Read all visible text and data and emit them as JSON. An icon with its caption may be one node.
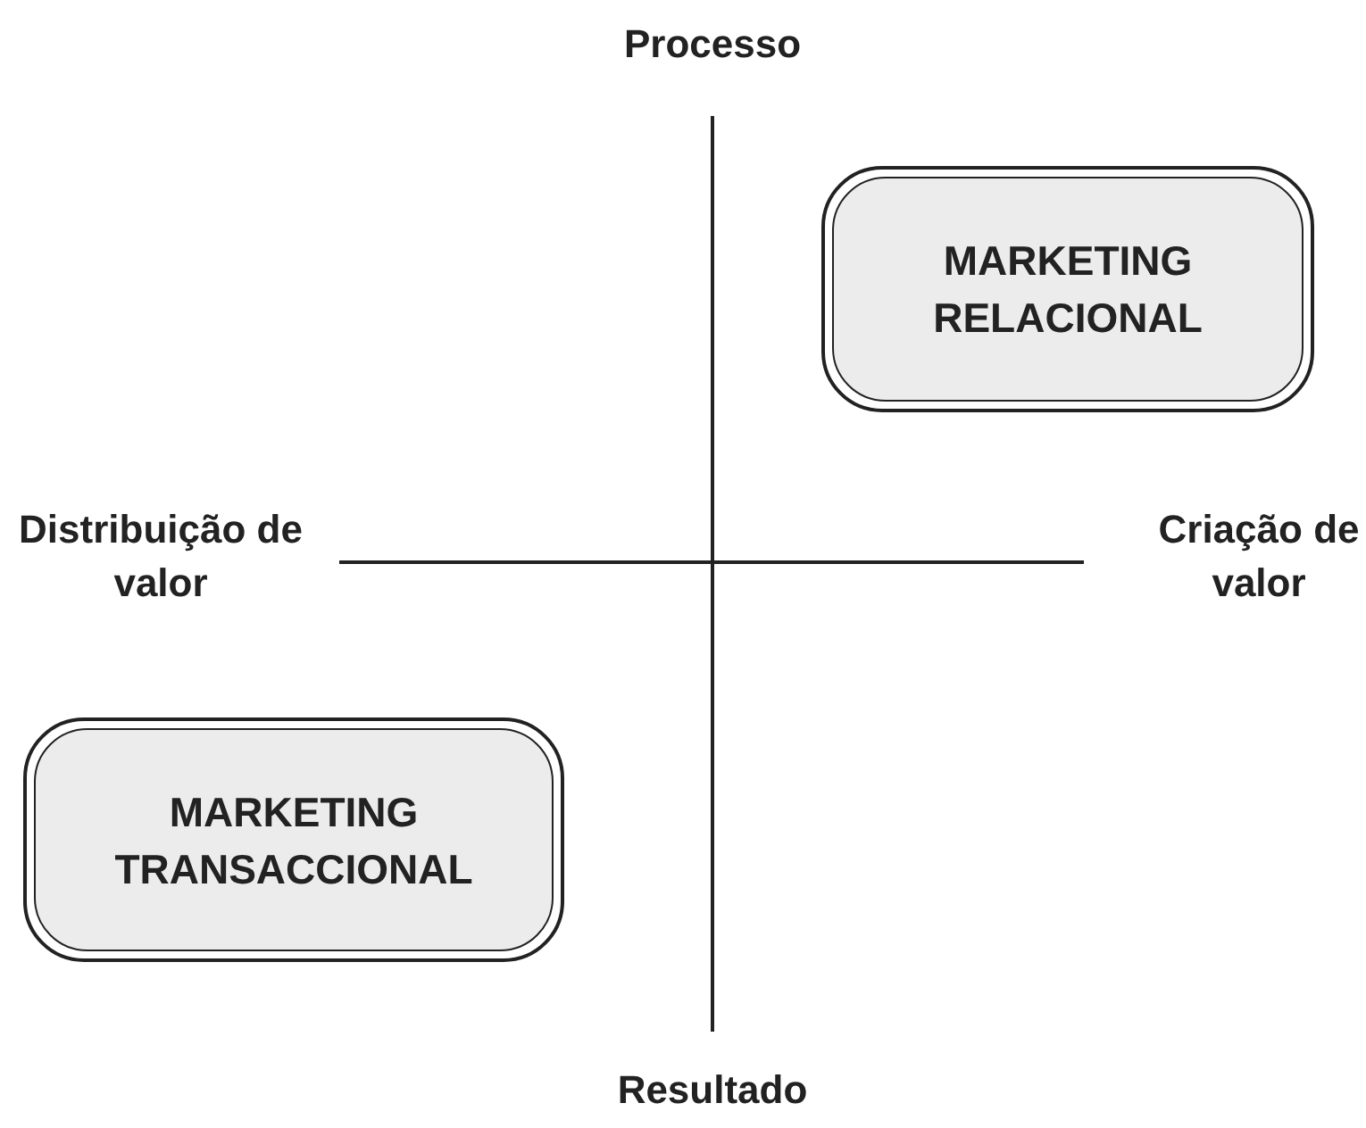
{
  "diagram": {
    "nodes": [
      {
        "text": [
          "MARKETING RELACIONAL"
        ]
      },
      {
        "text": [
          "MARKETING TRANSACCIONAL"
        ]
      }
    ],
    "labels": [
      "Processo",
      "Distribuição de valor",
      "Criação de valor",
      "Resultado"
    ]
  }
}
